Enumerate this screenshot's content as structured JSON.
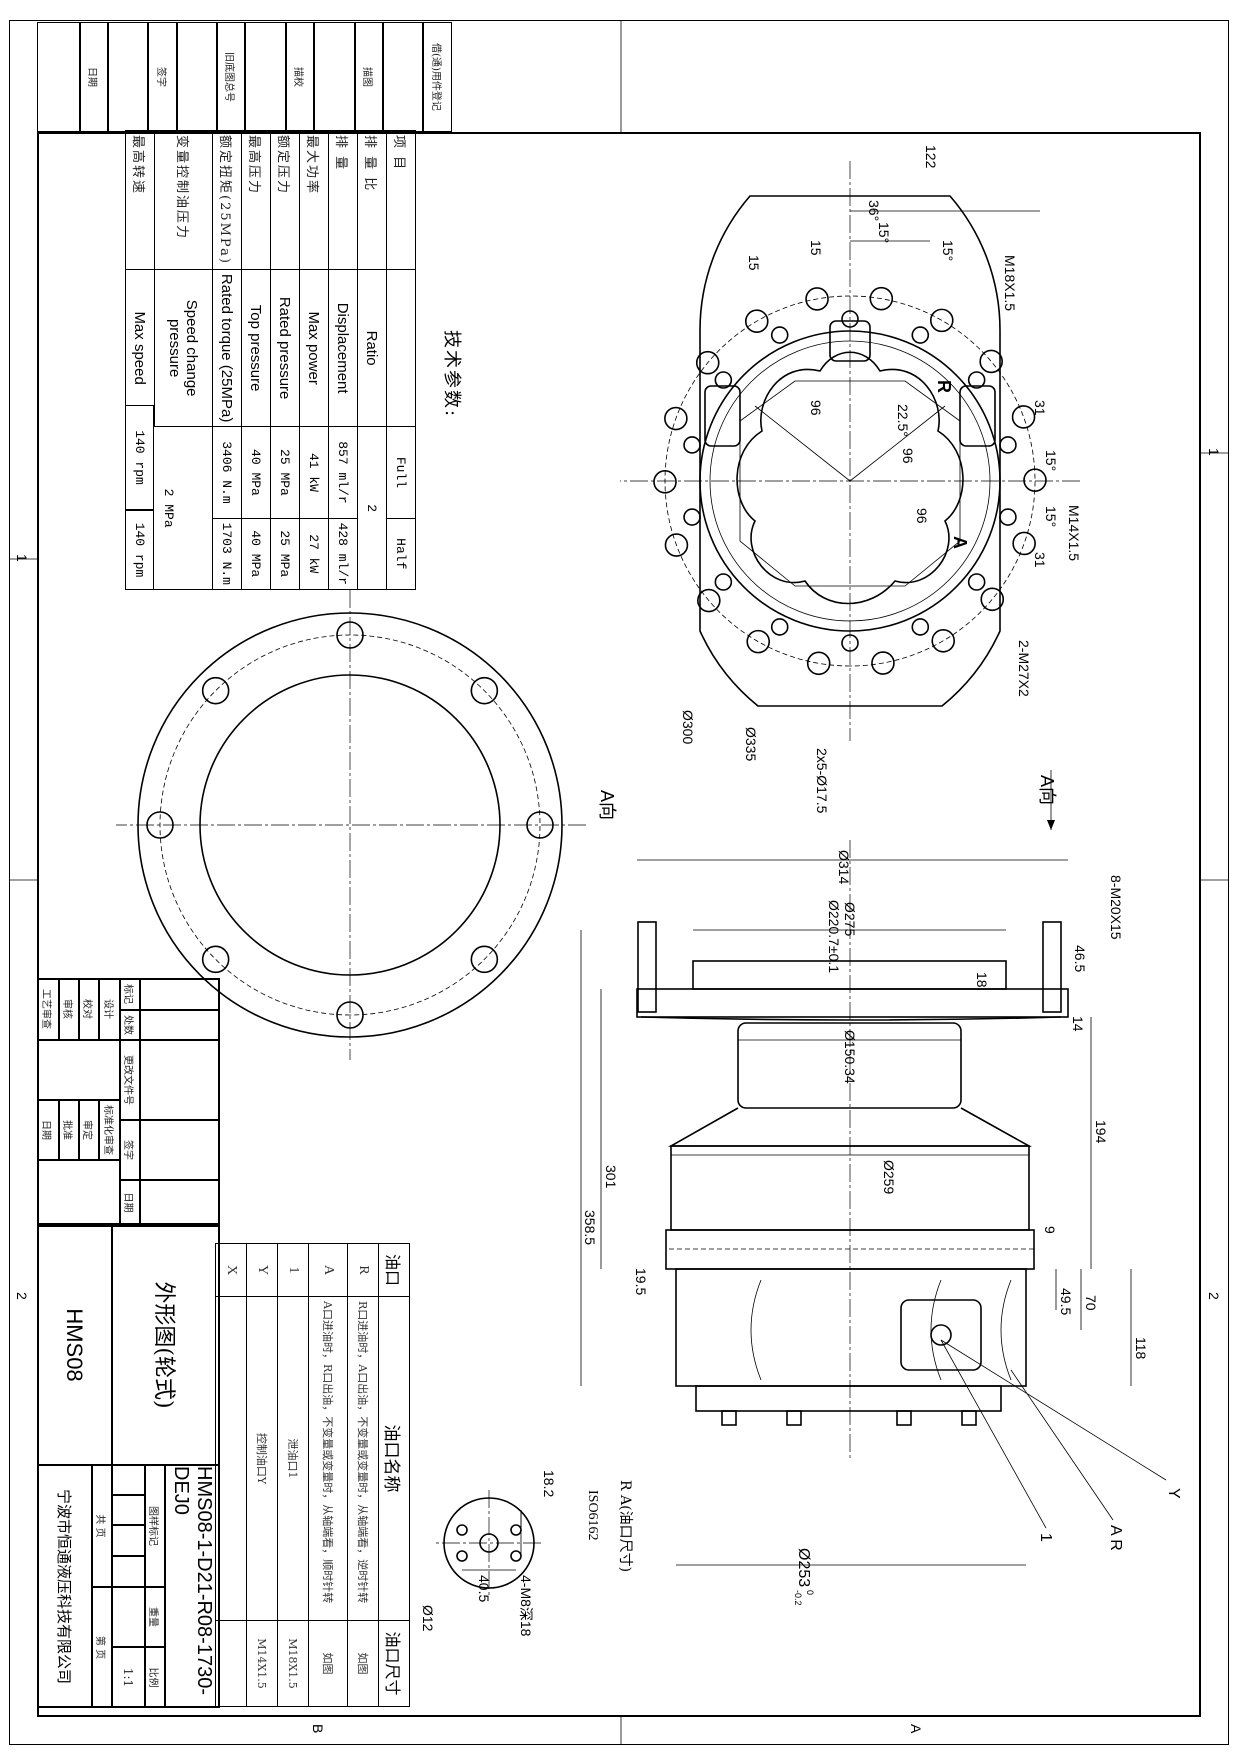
{
  "borrow_register": [
    "借(通)用件登记",
    "描图",
    "描校",
    "旧底图总号",
    "签字",
    "日期"
  ],
  "tech_params": {
    "title": "技术参数:",
    "header": {
      "cn": "项  目",
      "en": "",
      "full": "Full",
      "half": "Half"
    },
    "ratio": {
      "cn": "排 量 比",
      "en": "Ratio",
      "value": "2"
    },
    "rows": [
      {
        "cn": "排  量",
        "en": "Displacement",
        "full": "857 ml/r",
        "half": "428 ml/r"
      },
      {
        "cn": "最大功率",
        "en": "Max power",
        "full": "41 kW",
        "half": "27 kW"
      },
      {
        "cn": "额定压力",
        "en": "Rated pressure",
        "full": "25 MPa",
        "half": "25 MPa"
      },
      {
        "cn": "最高压力",
        "en": "Top pressure",
        "full": "40 MPa",
        "half": "40 MPa"
      },
      {
        "cn": "额定扭矩(25MPa)",
        "en": "Rated torque (25MPa)",
        "full": "3406 N.m",
        "half": "1703 N.m"
      }
    ],
    "speed_change": {
      "cn": "变量控制油压力",
      "en": "Speed change pressure",
      "value": "2 MPa"
    },
    "max_speed": {
      "cn": "最高转速",
      "en": "Max speed",
      "full": "140 rpm",
      "half": "140 rpm"
    }
  },
  "ports": {
    "header": {
      "id": "油口",
      "name": "油口名称",
      "size": "油口尺寸"
    },
    "rows": [
      {
        "id": "R",
        "name": "R口进油时，A口出油，不变量或变量时，从轴端看，逆时针转",
        "size": "如图"
      },
      {
        "id": "A",
        "name": "A口进油时，R口出油，不变量或变量时，从轴端看，顺时针转",
        "size": "如图"
      },
      {
        "id": "1",
        "name": "泄油口1",
        "size": "M18X1.5"
      },
      {
        "id": "Y",
        "name": "控制油口Y",
        "size": "M14X1.5"
      },
      {
        "id": "X",
        "name": "",
        "size": ""
      }
    ]
  },
  "signoff": {
    "change_labels": [
      "标记",
      "处数",
      "更改文件号",
      "签字",
      "日期"
    ],
    "left_labels": [
      "设计",
      "校对",
      "审核",
      "工艺审查"
    ],
    "right_labels": [
      "标准化审查",
      "审定",
      "批准",
      "日期"
    ]
  },
  "title_block": {
    "model": "HMS08",
    "drawing_title": "外形图(轮式)",
    "drawing_number": "HMS08-1-D21-R08-1730-DEJ0",
    "mark_label": "图样标记",
    "weight_label": "重量",
    "scale_label": "比例",
    "scale_value": "1:1",
    "total_pages": "共  页",
    "page": "第  页",
    "company": "宁波市恒通液压科技有限公司"
  },
  "zones": {
    "top_1": "1",
    "bottom_1": "1",
    "top_2": "2",
    "bottom_2": "2",
    "a": "A",
    "b": "B"
  },
  "views": {
    "end_view": {
      "dims": [
        "122",
        "36°",
        "15°",
        "15",
        "15",
        "15°",
        "M18X1.5",
        "R",
        "96",
        "22.5°",
        "31",
        "96",
        "15°",
        "96",
        "15°",
        "M14X1.5",
        "A",
        "31",
        "2-M27X2",
        "Ø300",
        "Ø335",
        "2x5-Ø17.5"
      ],
      "view_label": "A向"
    },
    "flange_view": {
      "view_label": "A向"
    },
    "side_view": {
      "dims": [
        "8-M20X15",
        "Ø314",
        "Ø275",
        "Ø220.7±0.1",
        "46.5",
        "18",
        "14",
        "Ø150.34",
        "194",
        "301",
        "Ø259",
        "358.5",
        "9",
        "19.5",
        "49.5",
        "70",
        "118",
        "Y",
        "A R",
        "1",
        "Ø253",
        "0",
        "-0.2"
      ]
    },
    "port_detail": {
      "caption": "R A(油口尺寸)",
      "standard": "ISO6162",
      "dims": [
        "18.2",
        "4-M8深18",
        "40.5",
        "Ø12"
      ]
    }
  }
}
